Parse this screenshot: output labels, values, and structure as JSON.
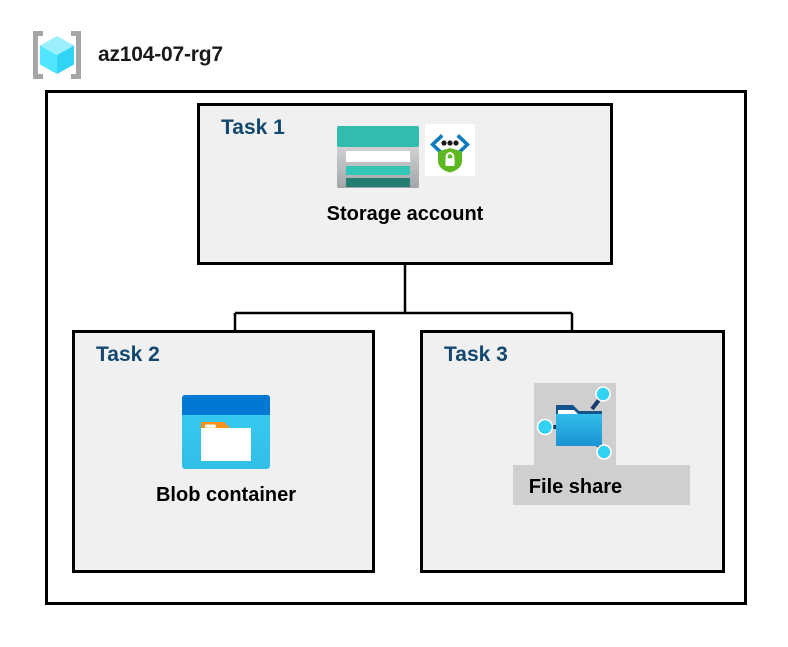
{
  "header": {
    "icon": "resource-group-cube-icon",
    "title": "az104-07-rg7"
  },
  "diagram": {
    "container_name": "resource-group-boundary",
    "colors": {
      "task_label": "#12486F",
      "node_label": "#000000",
      "task_box_fill": "#F0F0F0",
      "box_border": "#000000",
      "page_background": "#FFFFFF",
      "grey_plate": "#CFCFCF",
      "storage_teal": "#32BCAD",
      "storage_teal_dark": "#237E72",
      "blob_blue": "#0078D4",
      "blob_cyan": "#32BEE8",
      "blob_orange": "#F7921E",
      "fileshare_blue": "#1B93D4",
      "fileshare_node_cyan": "#32D3F0",
      "shield_green": "#5DB81F",
      "bracket_gray": "#A6A6A6",
      "cube_cyan": "#50E6FF"
    },
    "tasks": [
      {
        "label": "Task 1",
        "node_label": "Storage account",
        "icons": [
          "storage-account-icon",
          "private-link-shield-icon"
        ]
      },
      {
        "label": "Task 2",
        "node_label": "Blob container",
        "icons": [
          "blob-container-icon"
        ]
      },
      {
        "label": "Task 3",
        "node_label": "File share",
        "icons": [
          "file-share-icon"
        ]
      }
    ],
    "connections": [
      {
        "from": "Storage account",
        "to": "Blob container"
      },
      {
        "from": "Storage account",
        "to": "File share"
      }
    ]
  }
}
